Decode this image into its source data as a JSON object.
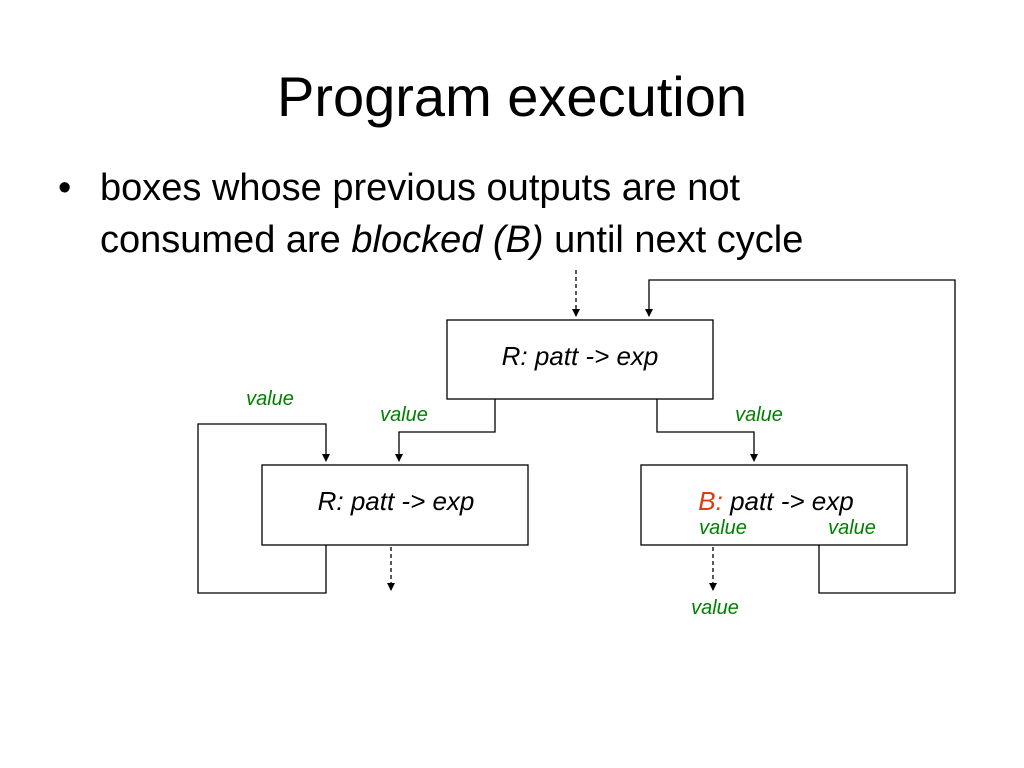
{
  "title": "Program execution",
  "bullet": {
    "dot": "•",
    "line1": "boxes whose previous outputs are not",
    "line2_before": "consumed are ",
    "line2_italic": "blocked (B)",
    "line2_after": " until next cycle"
  },
  "diagram": {
    "top_box": {
      "prefix": "R:",
      "rule": " patt -> exp"
    },
    "left_box": {
      "prefix": "R:",
      "rule": " patt -> exp"
    },
    "right_box": {
      "prefix": "B:",
      "rule": " patt -> exp",
      "inner_value_left": "value",
      "inner_value_right": "value"
    },
    "labels": {
      "loop_value": "value",
      "left_edge_value": "value",
      "right_edge_value": "value",
      "bottom_value": "value"
    },
    "colors": {
      "value_label": "#008000",
      "blocked_prefix": "#e03a10",
      "line": "#000000",
      "box_border": "#000000"
    }
  }
}
